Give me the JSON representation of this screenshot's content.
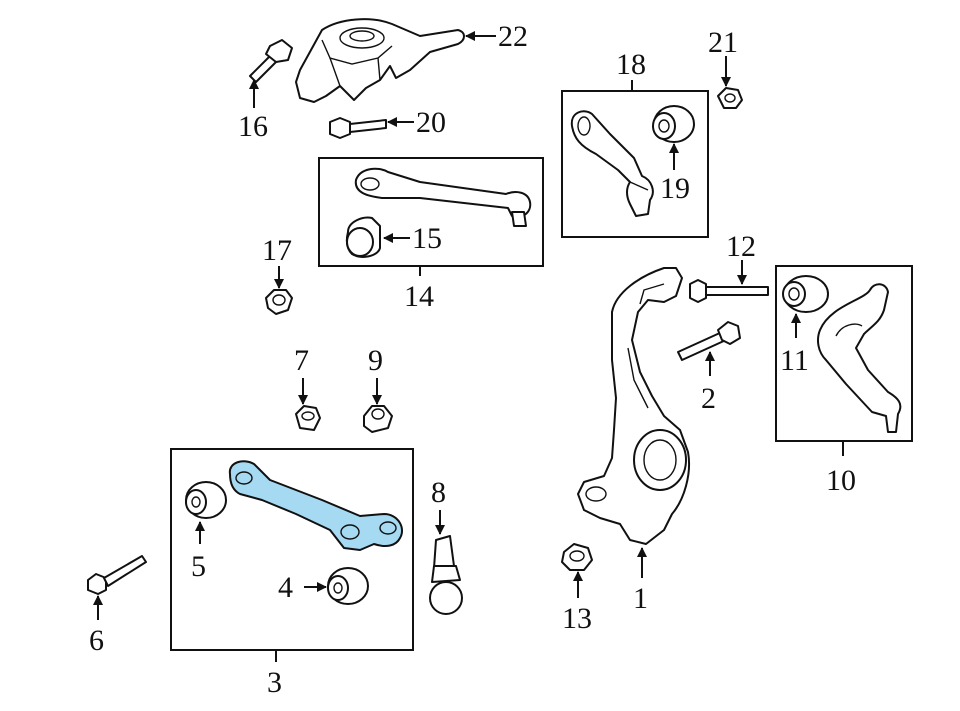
{
  "callouts": {
    "c1": "1",
    "c2": "2",
    "c3": "3",
    "c4": "4",
    "c5": "5",
    "c6": "6",
    "c7": "7",
    "c8": "8",
    "c9": "9",
    "c10": "10",
    "c11": "11",
    "c12": "12",
    "c13": "13",
    "c14": "14",
    "c15": "15",
    "c16": "16",
    "c17": "17",
    "c18": "18",
    "c19": "19",
    "c20": "20",
    "c21": "21",
    "c22": "22"
  },
  "colors": {
    "highlight": "#a6d9f2",
    "line": "#111111",
    "background": "#ffffff"
  }
}
